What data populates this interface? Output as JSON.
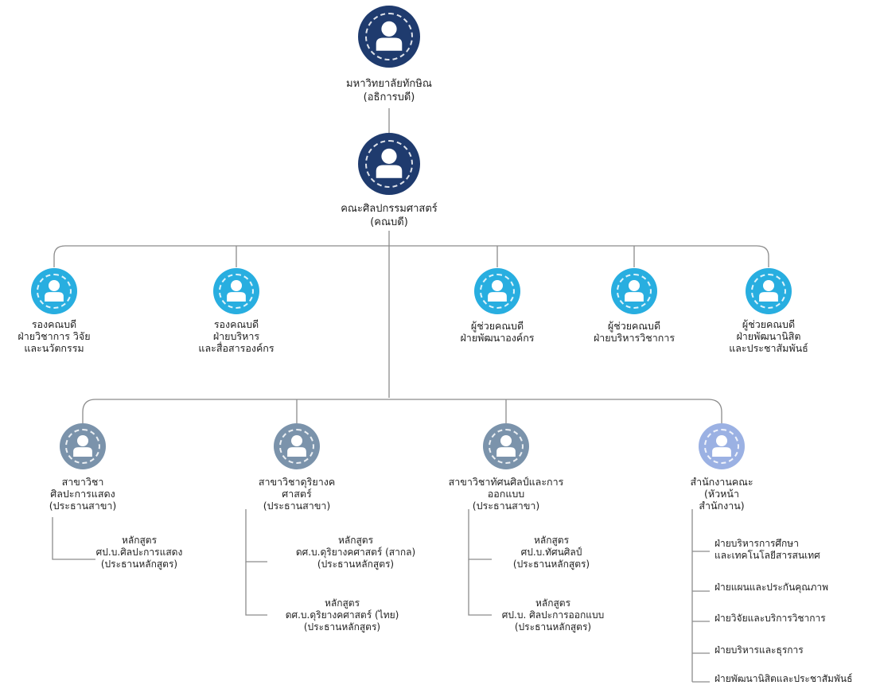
{
  "colors": {
    "navy": "#1f3b6e",
    "cyan": "#28aee0",
    "slate": "#7b93ab",
    "lavender": "#9bb1e3",
    "line": "#8c8c8c"
  },
  "top": {
    "president": {
      "icon": "person-icon",
      "lines": [
        "มหาวิทยาลัยทักษิณ",
        "(อธิการบดี)"
      ]
    },
    "dean": {
      "icon": "person-icon",
      "lines": [
        "คณะศิลปกรรมศาสตร์",
        "(คณบดี)"
      ]
    }
  },
  "deputies": [
    {
      "icon": "person-icon",
      "lines": [
        "รองคณบดี",
        "ฝ่ายวิชาการ วิจัย",
        "และนวัตกรรม"
      ]
    },
    {
      "icon": "person-icon",
      "lines": [
        "รองคณบดี",
        "ฝ่ายบริหาร",
        "และสื่อสารองค์กร"
      ]
    },
    {
      "icon": "person-icon",
      "lines": [
        "ผู้ช่วยคณบดี",
        "ฝ่ายพัฒนาองค์กร"
      ]
    },
    {
      "icon": "person-icon",
      "lines": [
        "ผู้ช่วยคณบดี",
        "ฝ่ายบริหารวิชาการ"
      ]
    },
    {
      "icon": "person-icon",
      "lines": [
        "ผู้ช่วยคณบดี",
        "ฝ่ายพัฒนานิสิต",
        "และประชาสัมพันธ์"
      ]
    }
  ],
  "departments": [
    {
      "icon": "person-icon",
      "lines": [
        "สาขาวิชา",
        "ศิลปะการแสดง",
        "(ประธานสาขา)"
      ],
      "programs": [
        {
          "lines": [
            "หลักสูตร",
            "ศป.บ.ศิลปะการแสดง",
            "(ประธานหลักสูตร)"
          ]
        }
      ]
    },
    {
      "icon": "person-icon",
      "lines": [
        "สาขาวิชาดุริยางค",
        "ศาสตร์",
        "(ประธานสาขา)"
      ],
      "programs": [
        {
          "lines": [
            "หลักสูตร",
            "ดศ.บ.ดุริยางคศาสตร์ (สากล)",
            "(ประธานหลักสูตร)"
          ]
        },
        {
          "lines": [
            "หลักสูตร",
            "ดศ.บ.ดุริยางคศาสตร์ (ไทย)",
            "(ประธานหลักสูตร)"
          ]
        }
      ]
    },
    {
      "icon": "person-icon",
      "lines": [
        "สาขาวิชาทัศนศิลป์และการ",
        "ออกแบบ",
        "(ประธานสาขา)"
      ],
      "programs": [
        {
          "lines": [
            "หลักสูตร",
            "ศป.บ.ทัศนศิลป์",
            "(ประธานหลักสูตร)"
          ]
        },
        {
          "lines": [
            "หลักสูตร",
            "ศป.บ. ศิลปะการออกแบบ",
            "(ประธานหลักสูตร)"
          ]
        }
      ]
    },
    {
      "icon": "person-icon",
      "lines": [
        "สำนักงานคณะ",
        "(หัวหน้า",
        "สำนักงาน)"
      ],
      "units": [
        {
          "lines": [
            "ฝ่ายบริหารการศึกษา",
            "และเทคโนโลยีสารสนเทศ"
          ]
        },
        {
          "lines": [
            "ฝ่ายแผนและประกันคุณภาพ"
          ]
        },
        {
          "lines": [
            "ฝ่ายวิจัยและบริการวิชาการ"
          ]
        },
        {
          "lines": [
            "ฝ่ายบริหารและธุรการ"
          ]
        },
        {
          "lines": [
            "ฝ่ายพัฒนานิสิตและประชาสัมพันธ์"
          ]
        }
      ]
    }
  ]
}
